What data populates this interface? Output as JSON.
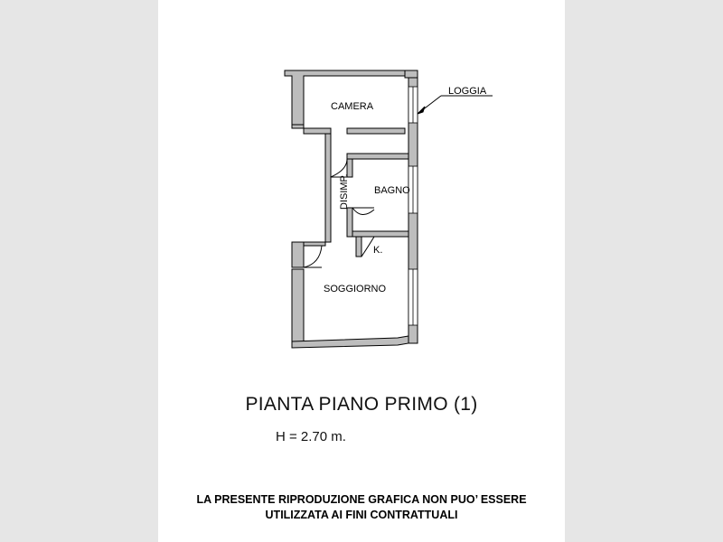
{
  "plan": {
    "rooms": {
      "camera": "CAMERA",
      "loggia": "LOGGIA",
      "disimp": "DISIMP.",
      "bagno": "BAGNO",
      "k": "K.",
      "soggiorno": "SOGGIORNO"
    },
    "title": "PIANTA PIANO PRIMO (1)",
    "height": "H = 2.70 m."
  },
  "disclaimer": {
    "line1": "LA PRESENTE RIPRODUZIONE GRAFICA NON PUO’ ESSERE",
    "line2": "UTILIZZATA AI FINI CONTRATTUALI"
  },
  "colors": {
    "background": "#e6e6e6",
    "sheet": "#ffffff",
    "wall_fill": "#bdbdbd",
    "line": "#000000"
  }
}
